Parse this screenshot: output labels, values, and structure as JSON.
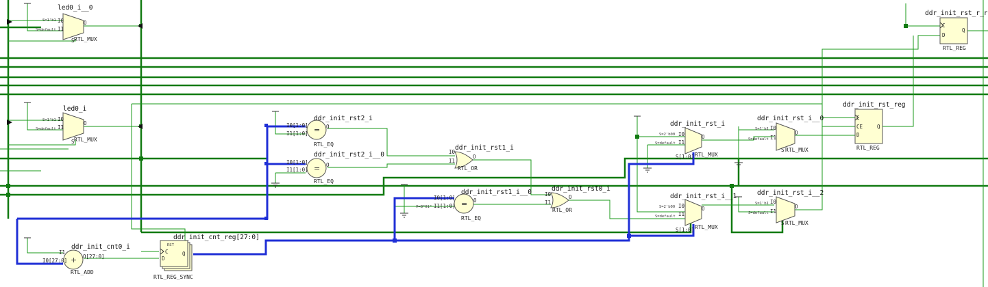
{
  "cells": {
    "led0_i_0": {
      "name": "led0_i__0",
      "type": "RTL_MUX",
      "p_i0": "I0",
      "p_i1": "I1",
      "p_s": "S",
      "p_o": "O",
      "c_i0": "S=1'b1",
      "c_i1": "S=default"
    },
    "led0_i": {
      "name": "led0_i",
      "type": "RTL_MUX",
      "p_i0": "I0",
      "p_i1": "I1",
      "p_s": "S",
      "p_o": "O",
      "c_i0": "S=1'b1",
      "c_i1": "S=default"
    },
    "rst2_i": {
      "name": "ddr_init_rst2_i",
      "type": "RTL_EQ",
      "p_i0": "I0[1:0]",
      "p_i1": "I1[1:0]",
      "p_o": "O",
      "sym": "="
    },
    "rst2_i_0": {
      "name": "ddr_init_rst2_i__0",
      "type": "RTL_EQ",
      "p_i0": "I0[1:0]",
      "p_i1": "I1[1:0]",
      "p_o": "O",
      "sym": "="
    },
    "rst1_i": {
      "name": "ddr_init_rst1_i",
      "type": "RTL_OR",
      "p_i0": "I0",
      "p_i1": "I1",
      "p_o": "O"
    },
    "rst1_i_0": {
      "name": "ddr_init_rst1_i__0",
      "type": "RTL_EQ",
      "p_i0": "I0[1:0]",
      "p_i1": "I1[1:0]",
      "p_o": "O",
      "c_i1": "V=B\"01\"",
      "sym": "="
    },
    "rst0_i": {
      "name": "ddr_init_rst0_i",
      "type": "RTL_OR",
      "p_i0": "I0",
      "p_i1": "I1",
      "p_o": "O"
    },
    "rst_i": {
      "name": "ddr_init_rst_i",
      "type": "RTL_MUX",
      "p_i0": "I0",
      "p_i1": "I1",
      "p_s": "S[1:0]",
      "p_o": "O",
      "c_i0": "S=2'b00",
      "c_i1": "S=default"
    },
    "rst_i_1": {
      "name": "ddr_init_rst_i__1",
      "type": "RTL_MUX",
      "p_i0": "I0",
      "p_i1": "I1",
      "p_s": "S[1:0]",
      "p_o": "O",
      "c_i0": "S=2'b00",
      "c_i1": "S=default"
    },
    "rst_i_0": {
      "name": "ddr_init_rst_i__0",
      "type": "RTL_MUX",
      "p_i0": "I0",
      "p_i1": "I1",
      "p_s": "S",
      "p_o": "O",
      "c_i0": "S=1'b1",
      "c_i1": "S=default"
    },
    "rst_i_2": {
      "name": "ddr_init_rst_i__2",
      "type": "RTL_MUX",
      "p_i0": "I0",
      "p_i1": "I1",
      "p_s": "S",
      "p_o": "O",
      "c_i0": "S=1'b1",
      "c_i1": "S=default"
    },
    "rst_reg": {
      "name": "ddr_init_rst_reg",
      "type": "RTL_REG",
      "p_c": "C",
      "p_ce": "CE",
      "p_d": "D",
      "p_q": "Q"
    },
    "rst_r_reg": {
      "name": "ddr_init_rst_r_re",
      "type": "RTL_REG",
      "p_c": "C",
      "p_d": "D",
      "p_q": "Q"
    },
    "cnt0_i": {
      "name": "ddr_init_cnt0_i",
      "type": "RTL_ADD",
      "p_i0": "I0[27:0]",
      "p_i1": "I1",
      "p_o": "O[27:0]",
      "sym": "+"
    },
    "cnt_reg": {
      "name": "ddr_init_cnt_reg[27:0]",
      "type": "RTL_REG_SYNC",
      "p_rst": "RST",
      "p_c": "C",
      "p_d": "D",
      "p_q": "Q"
    }
  }
}
